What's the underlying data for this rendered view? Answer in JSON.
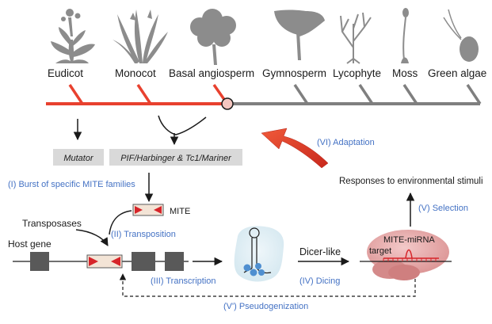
{
  "taxa": {
    "eudicot": "Eudicot",
    "monocot": "Monocot",
    "basal": "Basal angiosperm",
    "gymnosperm": "Gymnosperm",
    "lycophyte": "Lycophyte",
    "moss": "Moss",
    "green_algae": "Green algae"
  },
  "families": {
    "mutator": "Mutator",
    "pif_tc1": "PIF/Harbinger & Tc1/Mariner"
  },
  "steps": {
    "burst": "(I) Burst of specific MITE families",
    "transposition": "(II) Transposition",
    "transcription": "(III) Transcription",
    "dicing": "(IV) Dicing",
    "selection": "(V) Selection",
    "pseudogenization": "(V') Pseudogenization",
    "adaptation": "(VI) Adaptation"
  },
  "labels": {
    "mite": "MITE",
    "transposases": "Transposases",
    "host_gene": "Host gene",
    "dicer_like": "Dicer-like",
    "target": "target",
    "mite_mirna": "MITE-miRNA",
    "responses": "Responses to environmental stimuli"
  },
  "colors": {
    "angiosperm_branch": "#e8412f",
    "other_branch": "#7f7f7f",
    "step_text": "#4472c4",
    "silhouette": "#8c8c8c",
    "family_box": "#d9d9d9",
    "exon": "#595959",
    "adaptation_arrow": "#e8402a"
  }
}
